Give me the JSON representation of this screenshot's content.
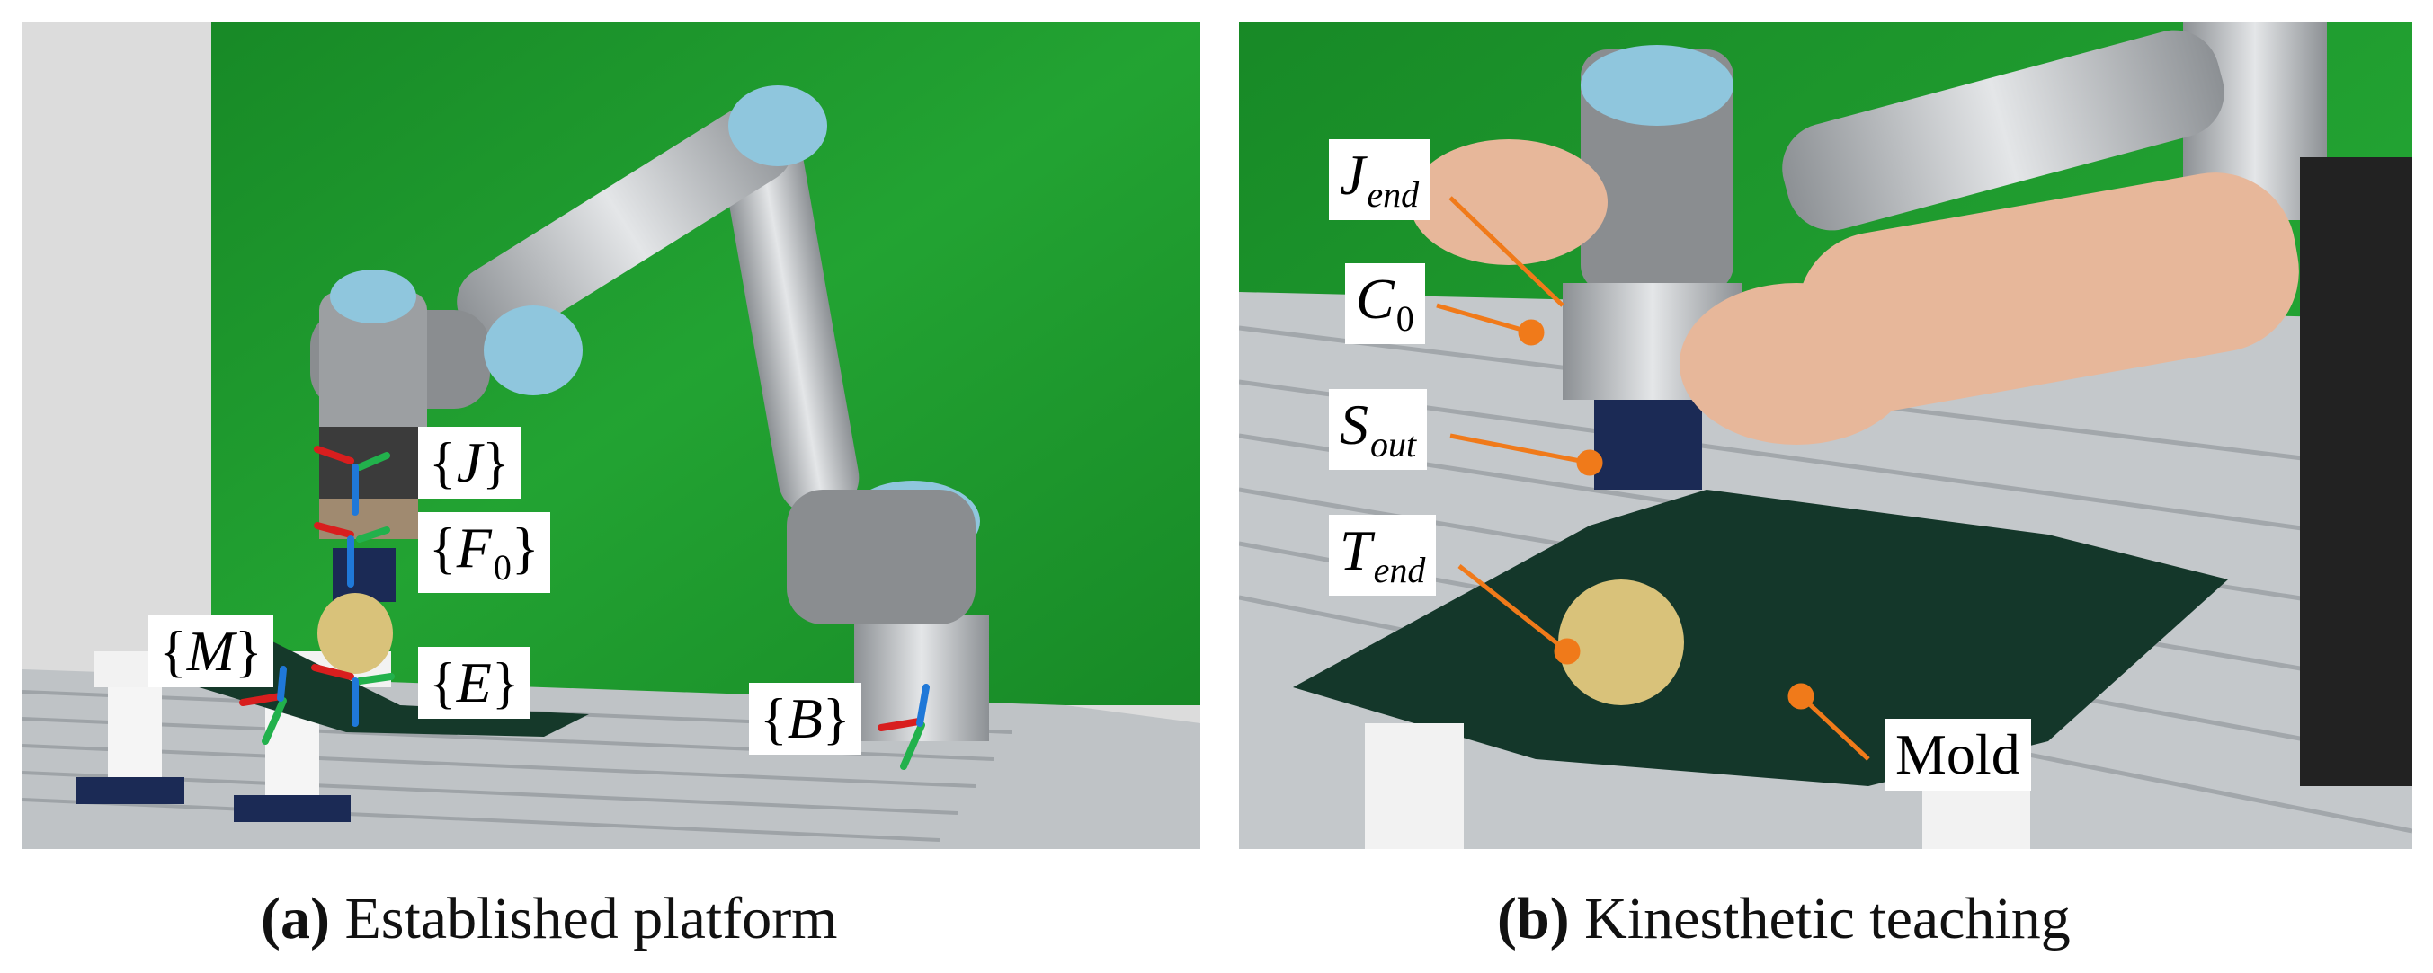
{
  "panel_a": {
    "caption_letter": "(a)",
    "caption_text": "Established platform",
    "frames": {
      "J": "J",
      "F": "F",
      "F_sub": "0",
      "M": "M",
      "E": "E",
      "B": "B"
    },
    "axis_colors": {
      "x": "#d81e1e",
      "y": "#22b14c",
      "z": "#1f78d8"
    }
  },
  "panel_b": {
    "caption_letter": "(b)",
    "caption_text": "Kinesthetic teaching",
    "labels": {
      "J_end": "J",
      "J_end_sub": "end",
      "C0": "C",
      "C0_sub": "0",
      "S_out": "S",
      "S_out_sub": "out",
      "T_end": "T",
      "T_end_sub": "end",
      "mold": "Mold"
    },
    "leader_color": "#f07a1a"
  },
  "colors": {
    "green_screen": "#1c9a2c",
    "robot_silver": "#b9bcbf",
    "robot_cap": "#8fc6dd"
  }
}
